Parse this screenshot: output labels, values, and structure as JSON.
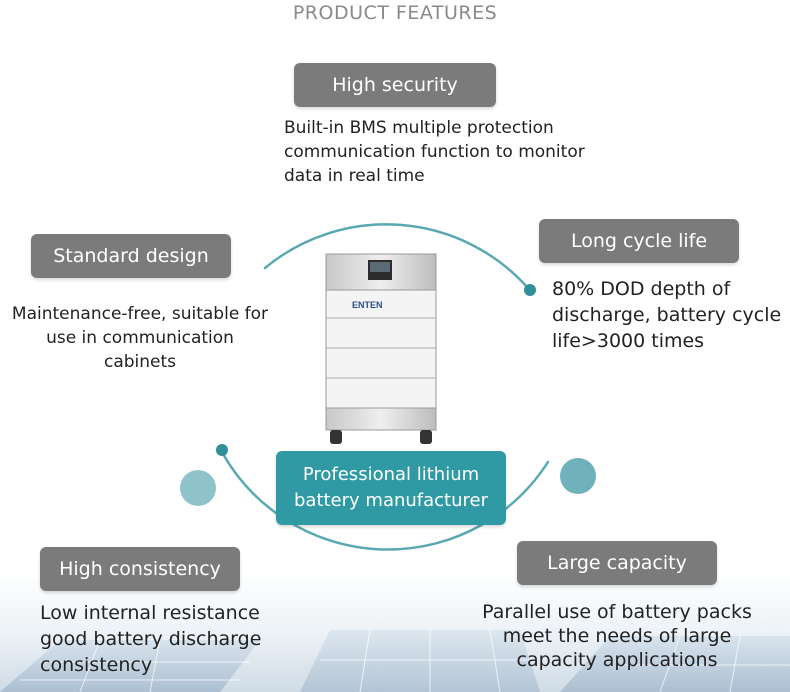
{
  "page": {
    "title": "PRODUCT FEATURES"
  },
  "features": {
    "high_security": {
      "label": "High security",
      "desc_lines": [
        "Built-in BMS multiple protection",
        "communication function to monitor",
        "data in real time"
      ]
    },
    "standard_design": {
      "label": "Standard design",
      "desc_lines": [
        "Maintenance-free, suitable for",
        "use in communication cabinets"
      ]
    },
    "long_cycle_life": {
      "label": "Long cycle life",
      "desc_lines": [
        "80% DOD depth of",
        "discharge, battery cycle",
        "life>3000 times"
      ]
    },
    "center": {
      "lines": [
        "Professional lithium",
        "battery manufacturer"
      ]
    },
    "high_consistency": {
      "label": "High consistency",
      "desc_lines": [
        "Low internal resistance",
        "good battery discharge",
        "consistency"
      ]
    },
    "large_capacity": {
      "label": "Large capacity",
      "desc_lines": [
        "Parallel use of battery packs",
        "meet the needs of large",
        "capacity applications"
      ]
    }
  },
  "product": {
    "brand": "ENTEN"
  },
  "colors": {
    "pill_gray": "#7b7b7b",
    "teal": "#2f9aa3",
    "ring": "#5aa8b3",
    "dot_light": "#8ec3ca"
  }
}
